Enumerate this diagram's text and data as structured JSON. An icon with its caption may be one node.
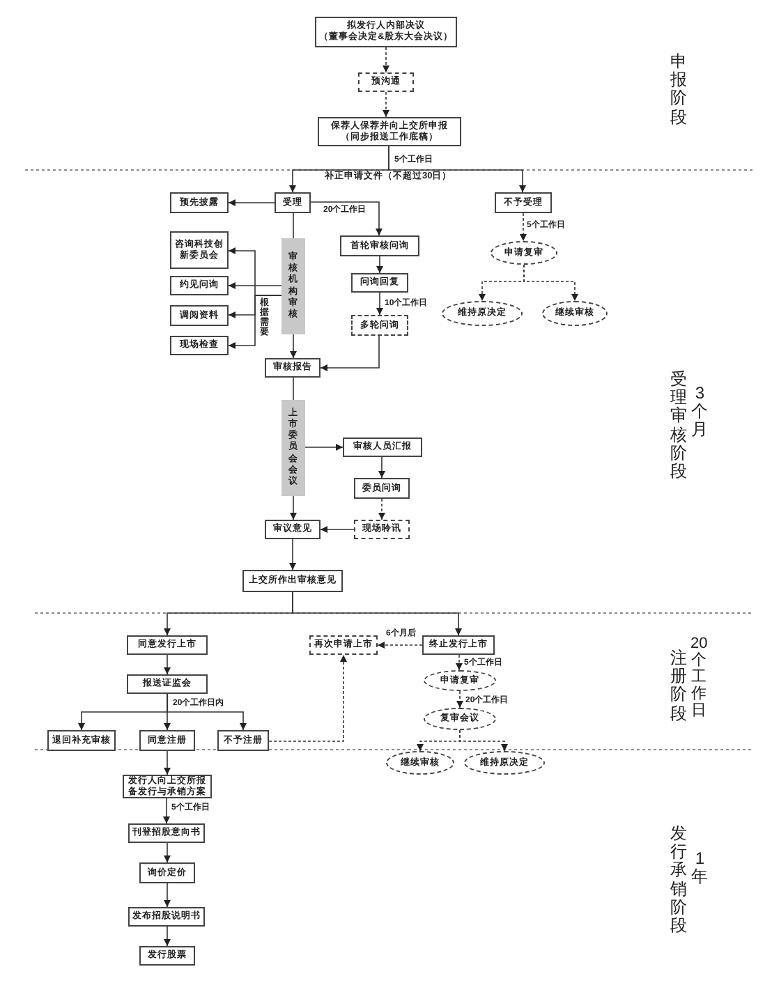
{
  "diagram": {
    "nodes": [
      {
        "text": [
          "拟发行人内部决议",
          "（董事会决定&股东大会决议）"
        ]
      },
      {
        "text": [
          "预沟通"
        ]
      },
      {
        "text": [
          "保荐人保荐并向上交所申报",
          "（同步报送工作底稿）"
        ]
      },
      {
        "text": [
          "受理"
        ]
      },
      {
        "text": [
          "预先披露"
        ]
      },
      {
        "text": [
          "审核机构审核"
        ]
      },
      {
        "text": [
          "咨询科技创新委员会"
        ]
      },
      {
        "text": [
          "约见问询"
        ]
      },
      {
        "text": [
          "调阅资料"
        ]
      },
      {
        "text": [
          "现场检查"
        ]
      },
      {
        "text": [
          "首轮审核问询"
        ]
      },
      {
        "text": [
          "问询回复"
        ]
      },
      {
        "text": [
          "多轮问询"
        ]
      },
      {
        "text": [
          "审核报告"
        ]
      },
      {
        "text": [
          "不予受理"
        ]
      },
      {
        "text": [
          "申请复审"
        ]
      },
      {
        "text": [
          "维持原决定"
        ]
      },
      {
        "text": [
          "继续审核"
        ]
      },
      {
        "text": [
          "上市委员会会议"
        ]
      },
      {
        "text": [
          "审核人员汇报"
        ]
      },
      {
        "text": [
          "委员问询"
        ]
      },
      {
        "text": [
          "现场聆讯"
        ]
      },
      {
        "text": [
          "审议意见"
        ]
      },
      {
        "text": [
          "上交所作出审核意见"
        ]
      },
      {
        "text": [
          "同意发行上市"
        ]
      },
      {
        "text": [
          "报送证监会"
        ]
      },
      {
        "text": [
          "退回补充审核"
        ]
      },
      {
        "text": [
          "同意注册"
        ]
      },
      {
        "text": [
          "不予注册"
        ]
      },
      {
        "text": [
          "再次申请上市"
        ]
      },
      {
        "text": [
          "终止发行上市"
        ]
      },
      {
        "text": [
          "申请复审"
        ]
      },
      {
        "text": [
          "复审会议"
        ]
      },
      {
        "text": [
          "继续审核"
        ]
      },
      {
        "text": [
          "维持原决定"
        ]
      },
      {
        "text": [
          "发行人向上交所报备发行与承销方案"
        ]
      },
      {
        "text": [
          "刊登招股意向书"
        ]
      },
      {
        "text": [
          "询价定价"
        ]
      },
      {
        "text": [
          "发布招股说明书"
        ]
      },
      {
        "text": [
          "发行股票"
        ]
      }
    ],
    "edges": [
      {
        "from": 0,
        "to": 1,
        "arrow": "to",
        "style": "dashed"
      },
      {
        "from": 1,
        "to": 2,
        "arrow": "to",
        "style": "dashed"
      },
      {
        "from": 2,
        "to": 3,
        "arrow": "to",
        "label": "5个工作日"
      },
      {
        "from": 2,
        "to": 14,
        "arrow": "to"
      },
      {
        "from": 3,
        "to": 4,
        "arrow": "to"
      },
      {
        "from": 3,
        "to": 10,
        "arrow": "to",
        "label": "20个工作日"
      },
      {
        "from": 3,
        "to": 5,
        "arrow": "none"
      },
      {
        "from": 5,
        "to": 6,
        "arrow": "to"
      },
      {
        "from": 5,
        "to": 7,
        "arrow": "to"
      },
      {
        "from": 5,
        "to": 8,
        "arrow": "to"
      },
      {
        "from": 5,
        "to": 9,
        "arrow": "to"
      },
      {
        "from": 5,
        "to": 13,
        "arrow": "to"
      },
      {
        "from": 10,
        "to": 11,
        "arrow": "to"
      },
      {
        "from": 11,
        "to": 12,
        "arrow": "to",
        "label": "10个工作日"
      },
      {
        "from": 12,
        "to": 13,
        "arrow": "to"
      },
      {
        "from": 14,
        "to": 15,
        "arrow": "to",
        "label": "5个工作日",
        "style": "dashed"
      },
      {
        "from": 15,
        "to": 16,
        "arrow": "to",
        "style": "dashed"
      },
      {
        "from": 15,
        "to": 17,
        "arrow": "to",
        "style": "dashed"
      },
      {
        "from": 13,
        "to": 18,
        "arrow": "none"
      },
      {
        "from": 18,
        "to": 19,
        "arrow": "to"
      },
      {
        "from": 19,
        "to": 20,
        "arrow": "to"
      },
      {
        "from": 20,
        "to": 21,
        "arrow": "to",
        "style": "dashed"
      },
      {
        "from": 21,
        "to": 22,
        "arrow": "to"
      },
      {
        "from": 18,
        "to": 22,
        "arrow": "to"
      },
      {
        "from": 22,
        "to": 23,
        "arrow": "to"
      },
      {
        "from": 23,
        "to": 24,
        "arrow": "to"
      },
      {
        "from": 23,
        "to": 30,
        "arrow": "to"
      },
      {
        "from": 24,
        "to": 25,
        "arrow": "to"
      },
      {
        "from": 25,
        "to": 26,
        "arrow": "to",
        "label": "20个工作日内"
      },
      {
        "from": 25,
        "to": 27,
        "arrow": "to"
      },
      {
        "from": 25,
        "to": 28,
        "arrow": "to"
      },
      {
        "from": 28,
        "to": 29,
        "arrow": "to",
        "style": "dashed"
      },
      {
        "from": 30,
        "to": 29,
        "arrow": "to",
        "label": "6个月后",
        "style": "dashed"
      },
      {
        "from": 30,
        "to": 31,
        "arrow": "to",
        "label": "5个工作日",
        "style": "dashed"
      },
      {
        "from": 31,
        "to": 32,
        "arrow": "to",
        "label": "20个工作日",
        "style": "dashed"
      },
      {
        "from": 32,
        "to": 33,
        "arrow": "to",
        "style": "dashed"
      },
      {
        "from": 32,
        "to": 34,
        "arrow": "to",
        "style": "dashed"
      },
      {
        "from": 27,
        "to": 35,
        "arrow": "to"
      },
      {
        "from": 35,
        "to": 36,
        "arrow": "to",
        "label": "5个工作日"
      },
      {
        "from": 36,
        "to": 37,
        "arrow": "to"
      },
      {
        "from": 37,
        "to": 38,
        "arrow": "to"
      },
      {
        "from": 38,
        "to": 39,
        "arrow": "to"
      }
    ],
    "labels": [
      "申报阶段",
      "补正申请文件（不超过30日）",
      "根据需要",
      "受理审核阶段",
      "3个月",
      "注册阶段",
      "20个工作日",
      "发行承销阶段",
      "1年"
    ]
  }
}
